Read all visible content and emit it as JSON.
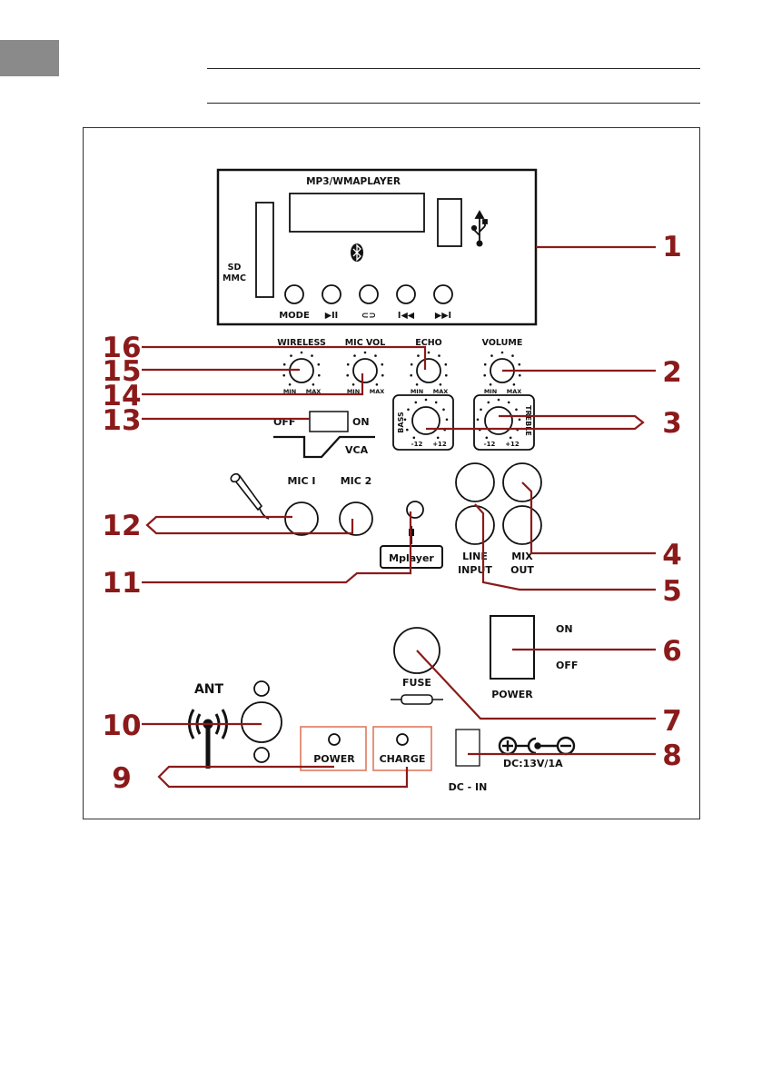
{
  "colors": {
    "callout": "#8b1a1a",
    "led_box": "#e07a5f",
    "page_tab": "#8a8a8a",
    "ink": "#111111"
  },
  "player_module": {
    "title": "MP3/WMAPLAYER",
    "card_slot_label_1": "SD",
    "card_slot_label_2": "MMC",
    "button_labels": [
      "MODE",
      "▶II",
      "⊂⊃",
      "I◀◀",
      "▶▶I"
    ]
  },
  "knobs": {
    "wireless": "WIRELESS",
    "mic_vol": "MIC VOL",
    "echo": "ECHO",
    "volume": "VOLUME",
    "min": "MIN",
    "max": "MAX",
    "bass": "BASS",
    "treble": "TREBLE",
    "minus12": "-12",
    "plus12": "+12"
  },
  "vca": {
    "off": "OFF",
    "on": "ON",
    "label": "VCA"
  },
  "inputs": {
    "mic1": "MIC I",
    "mic2": "MIC 2",
    "mplayer": "Mplayer",
    "line_input_1": "LINE",
    "line_input_2": "INPUT",
    "mix_out_1": "MIX",
    "mix_out_2": "OUT"
  },
  "power": {
    "on": "ON",
    "off": "OFF",
    "label": "POWER"
  },
  "fuse": {
    "label": "FUSE"
  },
  "antenna": {
    "label": "ANT"
  },
  "leds": {
    "power": "POWER",
    "charge": "CHARGE"
  },
  "dc": {
    "label": "DC - IN",
    "rating": "DC:13V/1A"
  },
  "callouts": [
    "1",
    "2",
    "3",
    "4",
    "5",
    "6",
    "7",
    "8",
    "9",
    "10",
    "11",
    "12",
    "13",
    "14",
    "15",
    "16"
  ]
}
